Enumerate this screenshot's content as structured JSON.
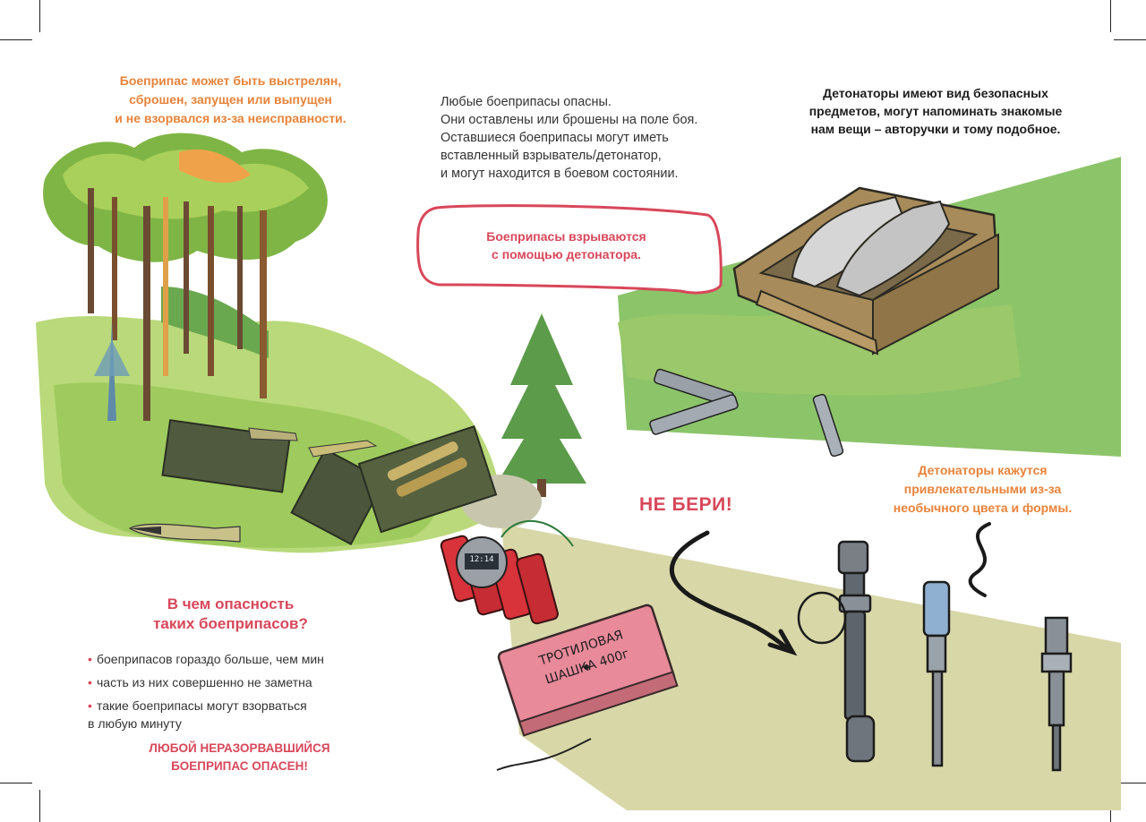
{
  "left": {
    "top_note": [
      "Боеприпас может быть выстрелян,",
      "сброшен, запущен или выпущен",
      "и не взорвался из-за неисправности."
    ],
    "question_title": [
      "В чем опасность",
      "таких боеприпасов?"
    ],
    "bullets": [
      "боеприпасов гораздо больше, чем мин",
      "часть из них совершенно не заметна",
      "такие боеприпасы могут взорваться",
      "в любую минуту"
    ],
    "warning": [
      "ЛЮБОЙ НЕРАЗОРВАВШИЙСЯ",
      "БОЕПРИПАС ОПАСЕН!"
    ]
  },
  "middle": {
    "paragraph": [
      "Любые боеприпасы опасны.",
      "Они оставлены или брошены на поле боя.",
      "Оставшиеся боеприпасы могут иметь",
      "вставленный взрыватель/детонатор,",
      "и могут находится в боевом состоянии."
    ],
    "bubble": [
      "Боеприпасы взрываются",
      "с помощью детонатора."
    ],
    "dont_take": "НЕ БЕРИ!",
    "tnt_label_line1": "ТРОТИЛОВАЯ",
    "tnt_label_line2": "ШАШКА 400г",
    "timer_display": "12:14"
  },
  "right": {
    "top_note": [
      "Детонаторы имеют вид безопасных",
      "предметов, могут напоминать знакомые",
      "нам вещи – авторучки и тому подобное."
    ],
    "detonator_note": [
      "Детонаторы кажутся",
      "привлекательными из-за",
      "необычного цвета и формы."
    ]
  },
  "colors": {
    "orange": "#e8833a",
    "red": "#d8475a",
    "green_bg": "#8cc46a",
    "khaki_bg": "#d8d7a8"
  }
}
